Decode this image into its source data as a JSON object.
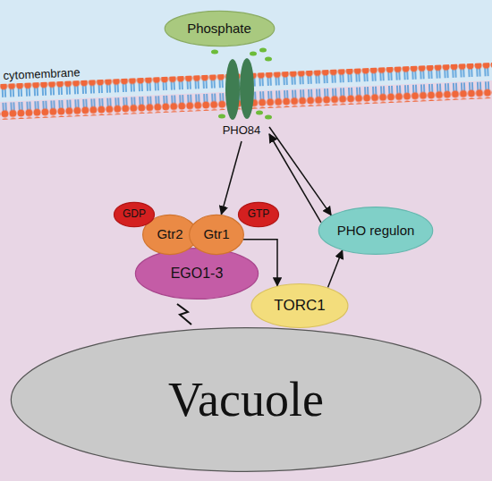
{
  "diagram": {
    "nodes": [
      {
        "text": [
          "Phosphate"
        ]
      },
      {
        "text": [
          "PHO84"
        ]
      },
      {
        "text": [
          "GDP"
        ]
      },
      {
        "text": [
          "Gtr2"
        ]
      },
      {
        "text": [
          "Gtr1"
        ]
      },
      {
        "text": [
          "GTP"
        ]
      },
      {
        "text": [
          "PHO regulon"
        ]
      },
      {
        "text": [
          "EGO1-3"
        ]
      },
      {
        "text": [
          "TORC1"
        ]
      },
      {
        "text": [
          "Vacuole"
        ]
      }
    ],
    "edges": [
      {
        "from": 1,
        "to": 4,
        "arrow": "to"
      },
      {
        "from": 4,
        "to": 8,
        "arrow": "to"
      },
      {
        "from": 8,
        "to": 6,
        "arrow": "to"
      },
      {
        "from": 1,
        "to": 6,
        "arrow": "to"
      },
      {
        "from": 6,
        "to": 1,
        "arrow": "to"
      }
    ],
    "labels": [
      "cytomembrane"
    ]
  }
}
